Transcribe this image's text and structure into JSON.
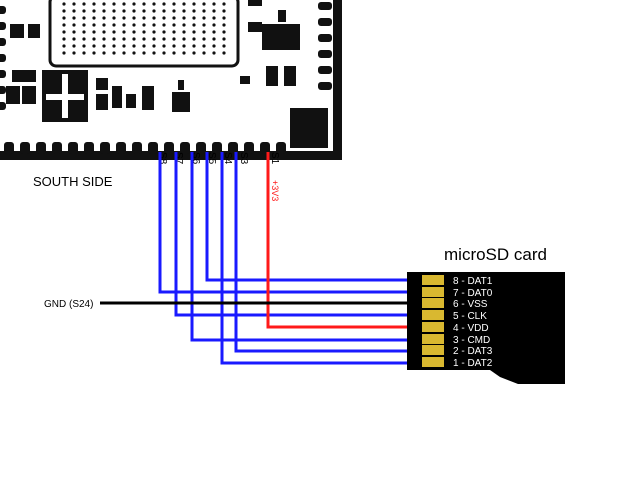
{
  "board": {
    "side_label": "SOUTH SIDE",
    "pin_labels": [
      "S8",
      "S7",
      "S6",
      "S5",
      "S4",
      "S3",
      "S1"
    ],
    "supply_label": "+3V3"
  },
  "gnd": {
    "label": "GND (S24)"
  },
  "card": {
    "title": "microSD card",
    "pins": [
      "8 - DAT1",
      "7 - DAT0",
      "6 - VSS",
      "5 - CLK",
      "4 - VDD",
      "3 - CMD",
      "2 - DAT3",
      "1 - DAT2"
    ]
  },
  "colors": {
    "signal_wire": "#1a1aff",
    "power_wire": "#ff1a1a",
    "gnd_wire": "#000000",
    "contact_gold": "#d9b830",
    "card_body": "#000000",
    "board_body": "#ffffff"
  }
}
